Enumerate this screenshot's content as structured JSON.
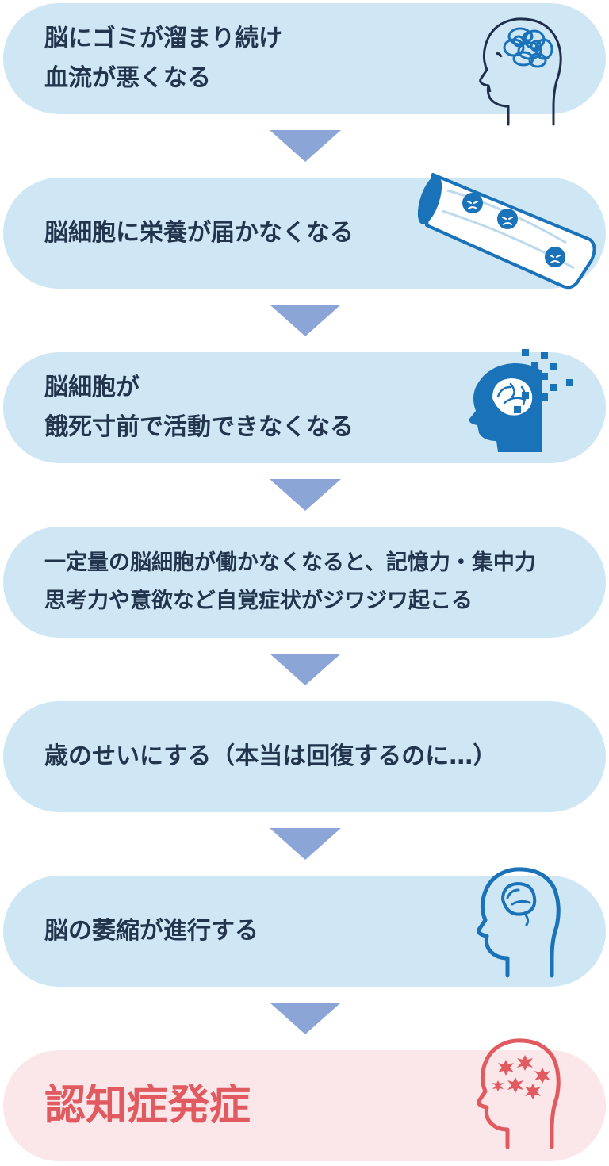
{
  "steps": [
    {
      "lines": [
        "脳にゴミが溜まり続け",
        "血流が悪くなる"
      ],
      "icon": "brain-tangled-icon"
    },
    {
      "lines": [
        "脳細胞に栄養が届かなくなる"
      ],
      "icon": "blood-vessel-icon"
    },
    {
      "lines": [
        "脳細胞が",
        "餓死寸前で活動できなくなる"
      ],
      "icon": "brain-dissolving-icon"
    },
    {
      "lines": [
        "一定量の脳細胞が働かなくなると、記憶力・集中力",
        "思考力や意欲など自覚症状がジワジワ起こる"
      ]
    },
    {
      "lines": [
        "歳のせいにする（本当は回復するのに…）"
      ]
    },
    {
      "lines": [
        "脳の萎縮が進行する"
      ],
      "icon": "brain-shrinking-icon"
    }
  ],
  "final": {
    "label": "認知症発症",
    "icon": "brain-damaged-icon"
  },
  "colors": {
    "step_bg": "#cfe7f5",
    "final_bg": "#fbe6ea",
    "arrow": "#8ba6d6",
    "icon_blue": "#1a72b8",
    "final_text": "#e05a5f"
  }
}
